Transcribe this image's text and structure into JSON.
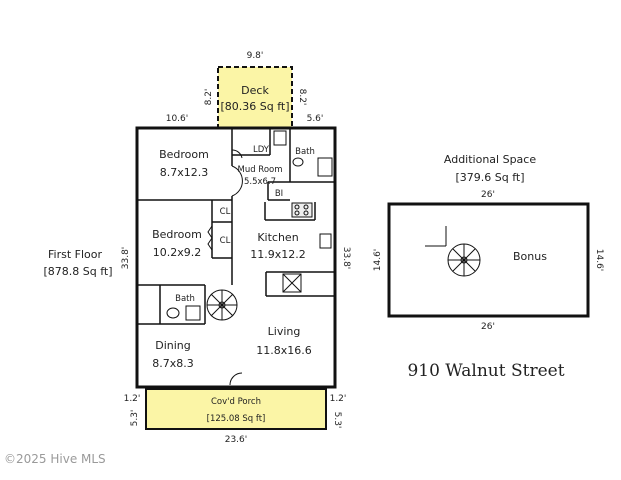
{
  "deck": {
    "name": "Deck",
    "area": "[80.36 Sq ft]",
    "width": "9.8'",
    "depth_left": "8.2'",
    "depth_right": "8.2'"
  },
  "first_floor": {
    "label": "First Floor",
    "area": "[878.8 Sq ft]",
    "top_left_dim": "10.6'",
    "top_right_dim": "5.6'",
    "left_dim": "33.8'",
    "right_dim": "33.8'"
  },
  "rooms": {
    "bedroom1": {
      "name": "Bedroom",
      "size": "8.7x12.3"
    },
    "bedroom2": {
      "name": "Bedroom",
      "size": "10.2x9.2"
    },
    "mud_room": {
      "name": "Mud Room",
      "size": "5.5x6.7"
    },
    "laundry": {
      "name": "LDY"
    },
    "bath_upper": {
      "name": "Bath"
    },
    "bath_lower": {
      "name": "Bath"
    },
    "builtin": {
      "name": "BI"
    },
    "closet1": {
      "name": "CL"
    },
    "closet2": {
      "name": "CL"
    },
    "kitchen": {
      "name": "Kitchen",
      "size": "11.9x12.2"
    },
    "living": {
      "name": "Living",
      "size": "11.8x16.6"
    },
    "dining": {
      "name": "Dining",
      "size": "8.7x8.3"
    }
  },
  "porch": {
    "name": "Cov'd Porch",
    "area": "[125.08 Sq ft]",
    "width": "23.6'",
    "depth_left": "5.3'",
    "depth_right": "5.3'",
    "offset_left": "1.2'",
    "offset_right": "1.2'"
  },
  "additional": {
    "label": "Additional Space",
    "area": "[379.6 Sq ft]",
    "top_dim": "26'",
    "bottom_dim": "26'",
    "left_dim": "14.6'",
    "right_dim": "14.6'",
    "room": "Bonus"
  },
  "address": "910 Walnut Street",
  "watermark": "©2025 Hive MLS",
  "colors": {
    "outdoor_fill": "#fbf5a6",
    "wall": "#111111"
  }
}
